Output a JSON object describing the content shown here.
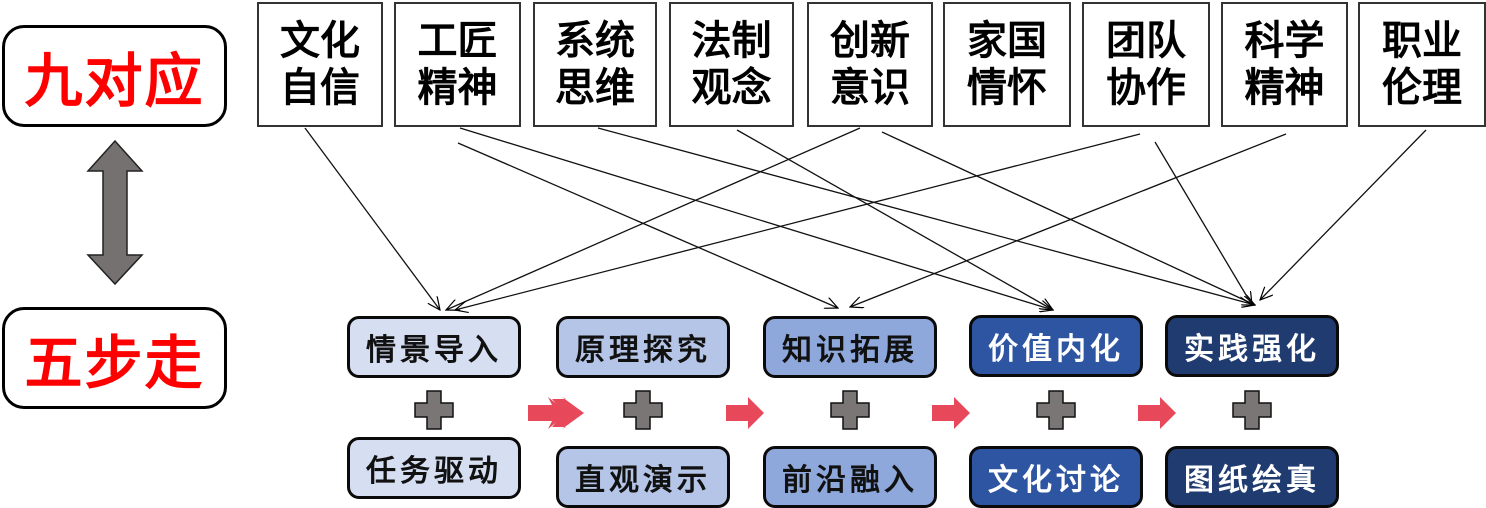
{
  "left_labels": {
    "top": "九对应",
    "bottom": "五步走",
    "connector_icon": "double-headed-vertical-arrow"
  },
  "values": [
    {
      "line1": "文化",
      "line2": "自信"
    },
    {
      "line1": "工匠",
      "line2": "精神"
    },
    {
      "line1": "系统",
      "line2": "思维"
    },
    {
      "line1": "法制",
      "line2": "观念"
    },
    {
      "line1": "创新",
      "line2": "意识"
    },
    {
      "line1": "家国",
      "line2": "情怀"
    },
    {
      "line1": "团队",
      "line2": "协作"
    },
    {
      "line1": "科学",
      "line2": "精神"
    },
    {
      "line1": "职业",
      "line2": "伦理"
    }
  ],
  "steps": [
    {
      "top": "情景导入",
      "bottom": "任务驱动",
      "fill": "#d6dff2",
      "text_color": "#111111"
    },
    {
      "top": "原理探究",
      "bottom": "直观演示",
      "fill": "#b5c5e8",
      "text_color": "#111111"
    },
    {
      "top": "知识拓展",
      "bottom": "前沿融入",
      "fill": "#8fa8dc",
      "text_color": "#111111"
    },
    {
      "top": "价值内化",
      "bottom": "文化讨论",
      "fill": "#2e55a2",
      "text_color": "#ffffff"
    },
    {
      "top": "实践强化",
      "bottom": "图纸绘真",
      "fill": "#1f3b70",
      "text_color": "#ffffff"
    }
  ],
  "connections": [
    {
      "from": "文化自信",
      "to": "情景导入"
    },
    {
      "from": "工匠精神",
      "to": "知识拓展"
    },
    {
      "from": "工匠精神",
      "to": "价值内化"
    },
    {
      "from": "系统思维",
      "to": "实践强化"
    },
    {
      "from": "法制观念",
      "to": "价值内化"
    },
    {
      "from": "创新意识",
      "to": "情景导入"
    },
    {
      "from": "创新意识",
      "to": "实践强化"
    },
    {
      "from": "团队协作",
      "to": "情景导入"
    },
    {
      "from": "团队协作",
      "to": "实践强化"
    },
    {
      "from": "科学精神",
      "to": "知识拓展"
    },
    {
      "from": "职业伦理",
      "to": "实践强化"
    }
  ],
  "colors": {
    "title_red": "#ff0000",
    "flow_arrow": "#e8495a",
    "plus_gray": "#7a7676",
    "double_arrow_gray": "#767171"
  }
}
